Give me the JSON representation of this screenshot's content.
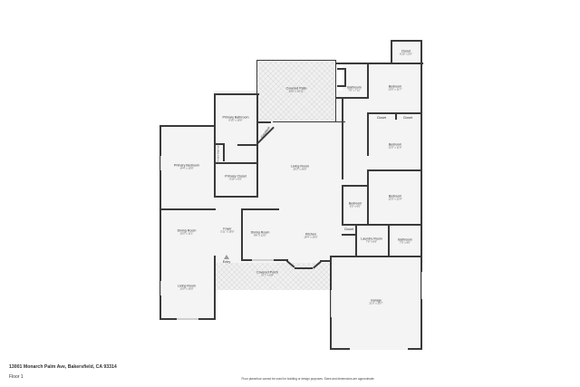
{
  "footer": {
    "address": "13001 Monarch Palm Ave, Bakersfield, CA 93314",
    "floor": "Floor 1",
    "disclaimer": "Floor plans/tour cannot be used for building or design purposes. Sizes and dimensions are approximate."
  },
  "rooms": {
    "covered_patio": {
      "name": "Covered Patio",
      "dim": "18'5\" x 16'11\""
    },
    "bathroom_top": {
      "name": "Bathroom",
      "dim": "7'8\" x 7'11\""
    },
    "closet_top": {
      "name": "Closet",
      "dim": "6'10\" x 5'0\""
    },
    "bedroom_top": {
      "name": "Bedroom",
      "dim": "10'0\" x 11'7\""
    },
    "primary_bathroom": {
      "name": "Primary Bathroom",
      "dim": "9'10\" x 16'6\""
    },
    "fireplace": {
      "name": "Fireplace",
      "dim": ""
    },
    "primary_bathroom_small": {
      "name": "Primary Bathroom",
      "dim": ""
    },
    "primary_closet": {
      "name": "Primary Closet",
      "dim": "9'10\" x 6'9\""
    },
    "primary_bedroom": {
      "name": "Primary Bedroom",
      "dim": "14'4\" x 19'9\""
    },
    "living_room_center": {
      "name": "Living Room",
      "dim": "26'3\" x 26'6\""
    },
    "closet_a": {
      "name": "Closet",
      "dim": ""
    },
    "closet_b": {
      "name": "Closet",
      "dim": ""
    },
    "bedroom_mid": {
      "name": "Bedroom",
      "dim": "12'0\" x 11'6\""
    },
    "bedroom_lower": {
      "name": "Bedroom",
      "dim": "12'0\" x 12'4\""
    },
    "bedroom_small": {
      "name": "Bedroom",
      "dim": "5'0\" x 6'0\""
    },
    "closet_c": {
      "name": "Closet",
      "dim": ""
    },
    "laundry_room": {
      "name": "Laundry Room",
      "dim": "7'6\" x 8'6\""
    },
    "bathroom_lower": {
      "name": "Bathroom",
      "dim": "7'0\" x 8'0\""
    },
    "dining_room_left": {
      "name": "Dining Room",
      "dim": "15'0\" x 11'1\""
    },
    "foyer": {
      "name": "Foyer",
      "dim": "5'11\" x 18'0\""
    },
    "dining_room_center": {
      "name": "Dining Room",
      "dim": "8'8\" x 12'0\""
    },
    "kitchen": {
      "name": "Kitchen",
      "dim": "18'4\" x 16'0\""
    },
    "entry": {
      "name": "Entry",
      "dim": ""
    },
    "covered_porch": {
      "name": "Covered Porch",
      "dim": "27'7\" x 6'8\""
    },
    "living_room_left": {
      "name": "Living Room",
      "dim": "13'0\" x 16'0\""
    },
    "garage": {
      "name": "Garage",
      "dim": "21'0\" x 20'7\""
    }
  }
}
